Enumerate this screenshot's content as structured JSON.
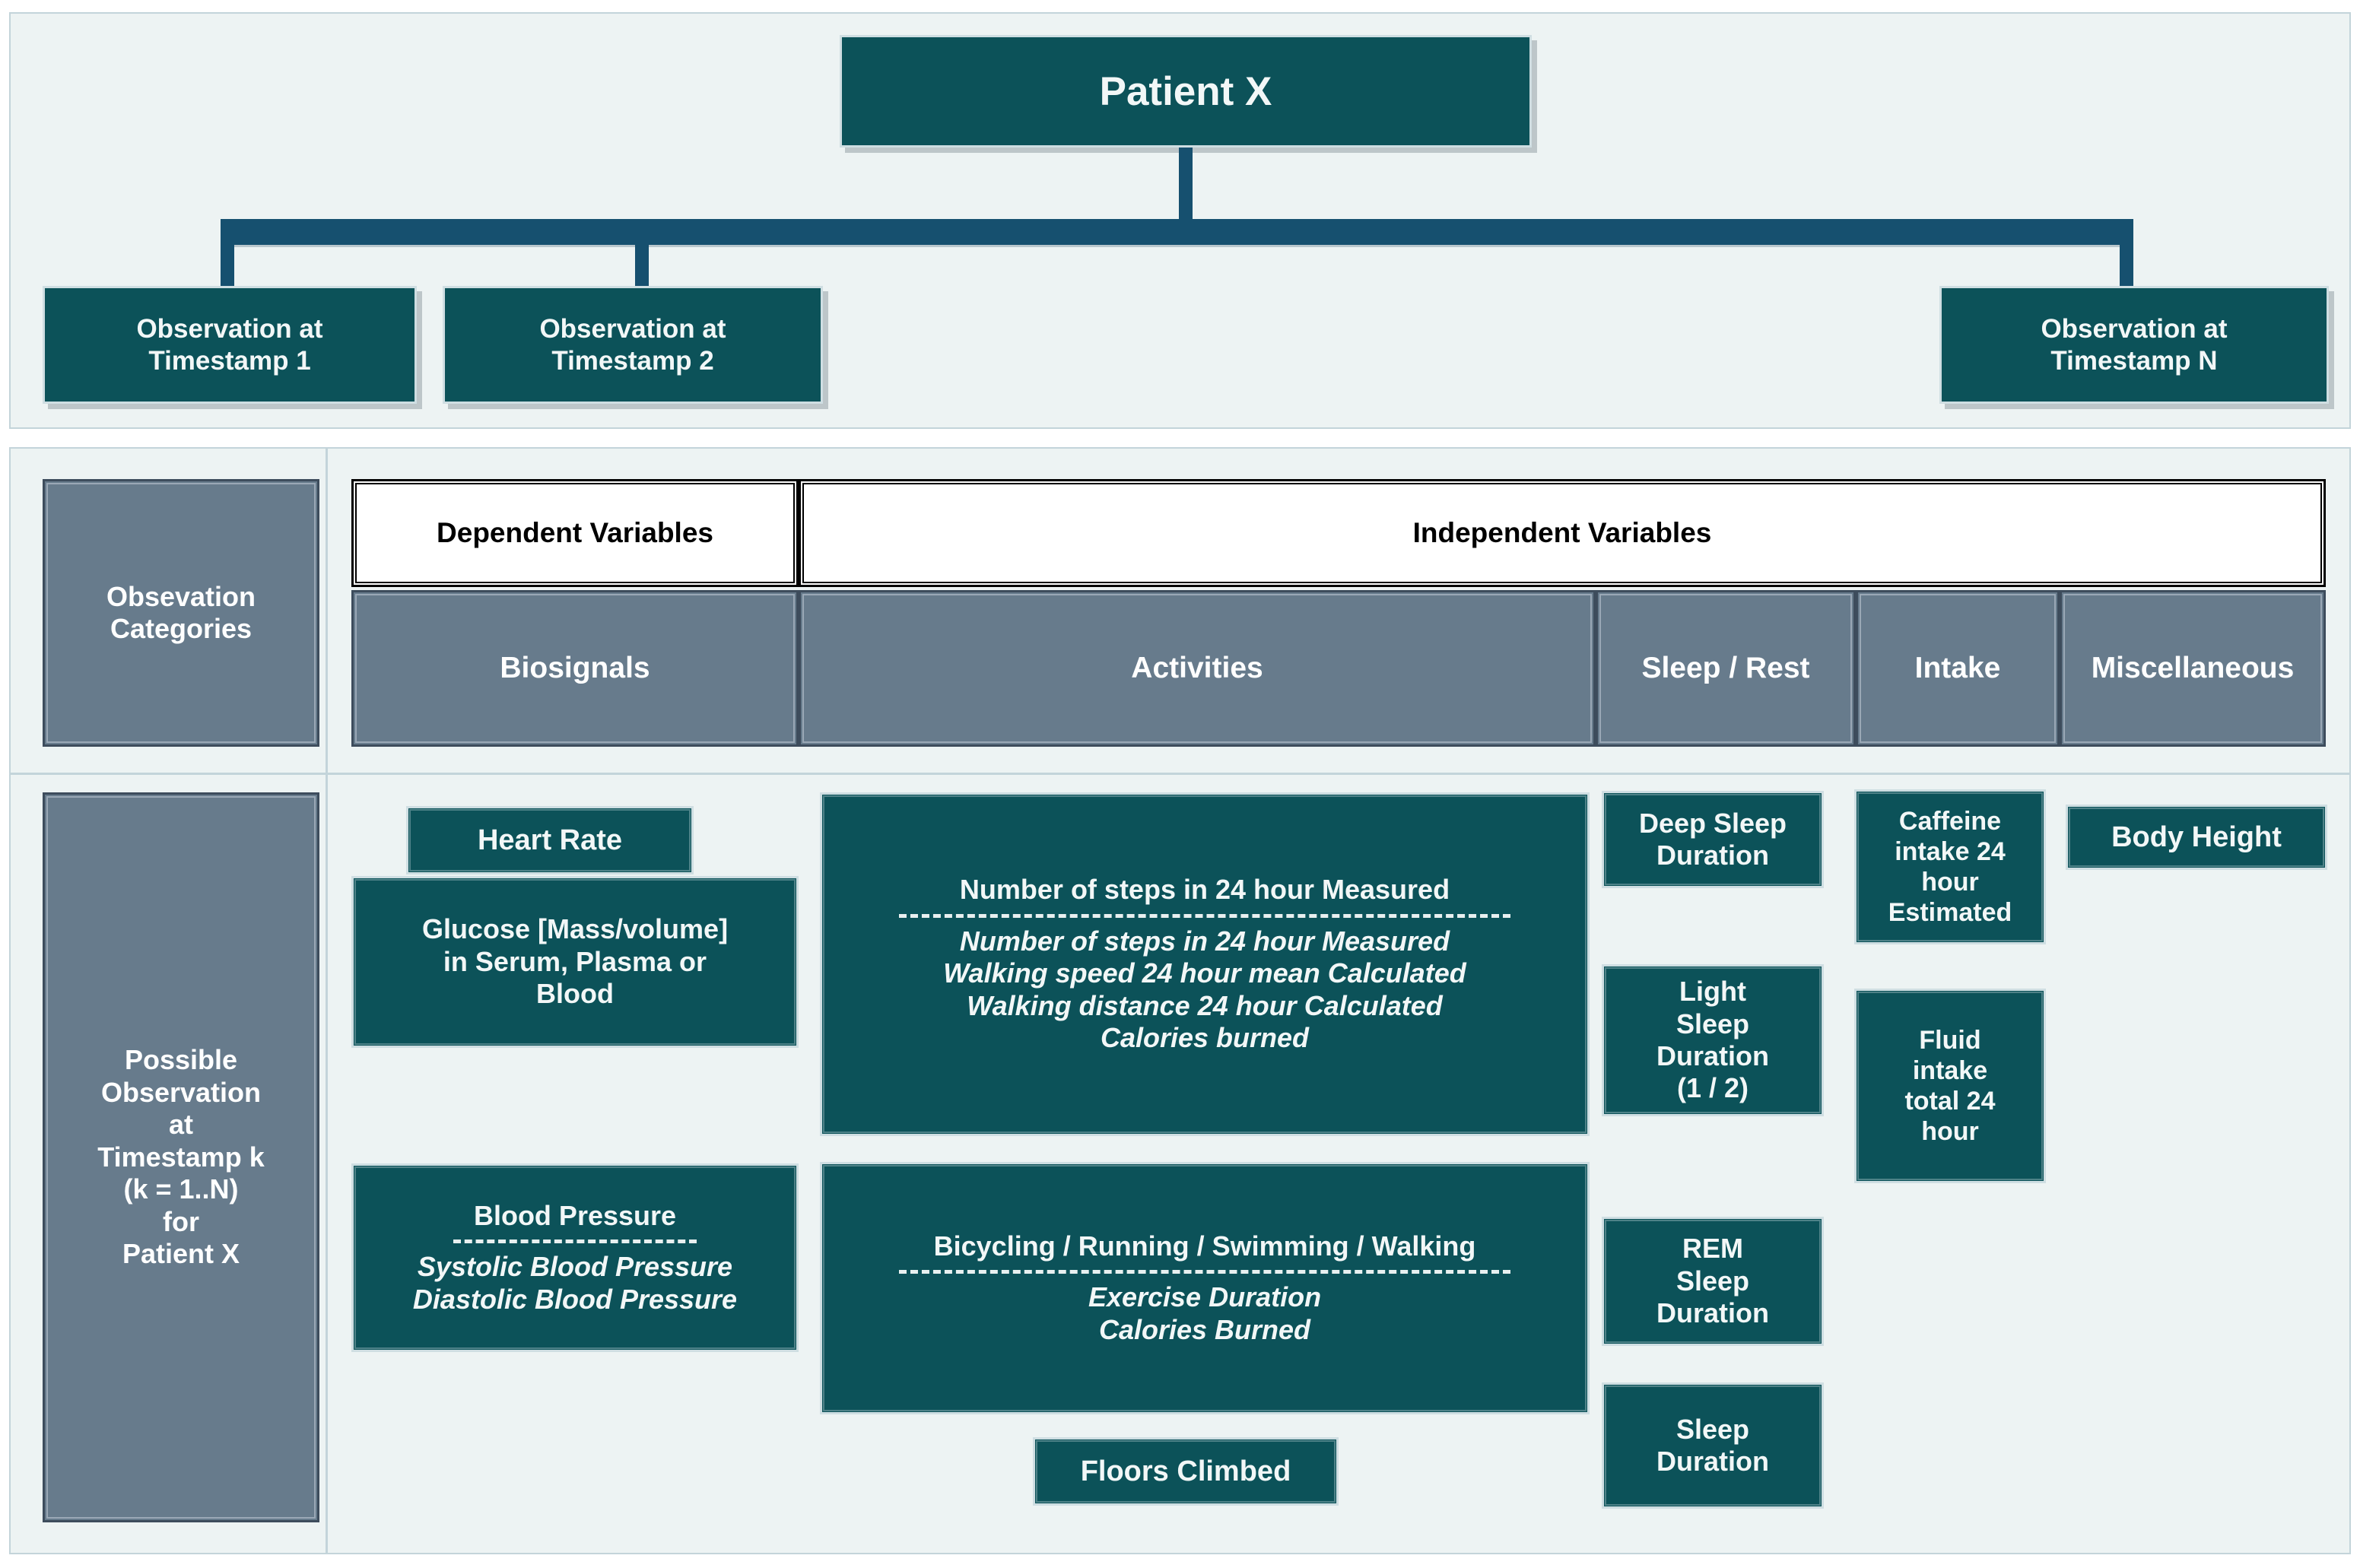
{
  "colors": {
    "teal": "#0C5259",
    "gray": "#677B8C",
    "panel_bg": "#EDF3F3",
    "connector": "#16506F",
    "white": "#FFFFFF",
    "text_light": "#F2F7F7",
    "text_dark": "#000000"
  },
  "tree": {
    "root": "Patient X",
    "children": [
      "Observation at\nTimestamp 1",
      "Observation at\nTimestamp 2",
      "Observation at\nTimestamp N"
    ],
    "child_line1": "Observation at",
    "child1_line2": "Timestamp 1",
    "child2_line2": "Timestamp 2",
    "child3_line2": "Timestamp N"
  },
  "row_labels": {
    "categories": {
      "line1": "Obsevation",
      "line2": "Categories"
    },
    "observations": {
      "line1": "Possible",
      "line2": "Observation",
      "line3": "at",
      "line4": "Timestamp k",
      "line5": "(k = 1..N)",
      "line6": "for",
      "line7": "Patient X"
    }
  },
  "variable_groups": [
    {
      "label": "Dependent Variables"
    },
    {
      "label": "Independent Variables"
    }
  ],
  "categories": [
    {
      "label": "Biosignals"
    },
    {
      "label": "Activities"
    },
    {
      "label": "Sleep / Rest"
    },
    {
      "label": "Intake"
    },
    {
      "label": "Miscellaneous"
    }
  ],
  "biosignals": {
    "heart_rate": "Heart Rate",
    "glucose": {
      "line1": "Glucose [Mass/volume]",
      "line2": "in Serum, Plasma or",
      "line3": "Blood"
    },
    "blood_pressure": {
      "title": "Blood Pressure",
      "sub1": "Systolic Blood Pressure",
      "sub2": "Diastolic Blood Pressure"
    }
  },
  "activities": {
    "steps": {
      "title": "Number of steps in 24 hour Measured",
      "sub1": "Number of steps in 24 hour Measured",
      "sub2": "Walking speed 24 hour mean Calculated",
      "sub3": "Walking distance 24 hour Calculated",
      "sub4": "Calories burned"
    },
    "exercise": {
      "title": "Bicycling / Running / Swimming / Walking",
      "sub1": "Exercise Duration",
      "sub2": "Calories Burned"
    },
    "floors": "Floors Climbed"
  },
  "sleep": [
    {
      "lines": [
        "Deep Sleep",
        "Duration"
      ]
    },
    {
      "lines": [
        "Light",
        "Sleep",
        "Duration",
        "(1 / 2)"
      ]
    },
    {
      "lines": [
        "REM",
        "Sleep",
        "Duration"
      ]
    },
    {
      "lines": [
        "Sleep",
        "Duration"
      ]
    }
  ],
  "intake": [
    {
      "lines": [
        "Caffeine",
        "intake 24",
        "hour",
        "Estimated"
      ]
    },
    {
      "lines": [
        "Fluid",
        "intake",
        "total 24",
        "hour"
      ]
    }
  ],
  "misc": [
    {
      "lines": [
        "Body Height"
      ]
    }
  ]
}
